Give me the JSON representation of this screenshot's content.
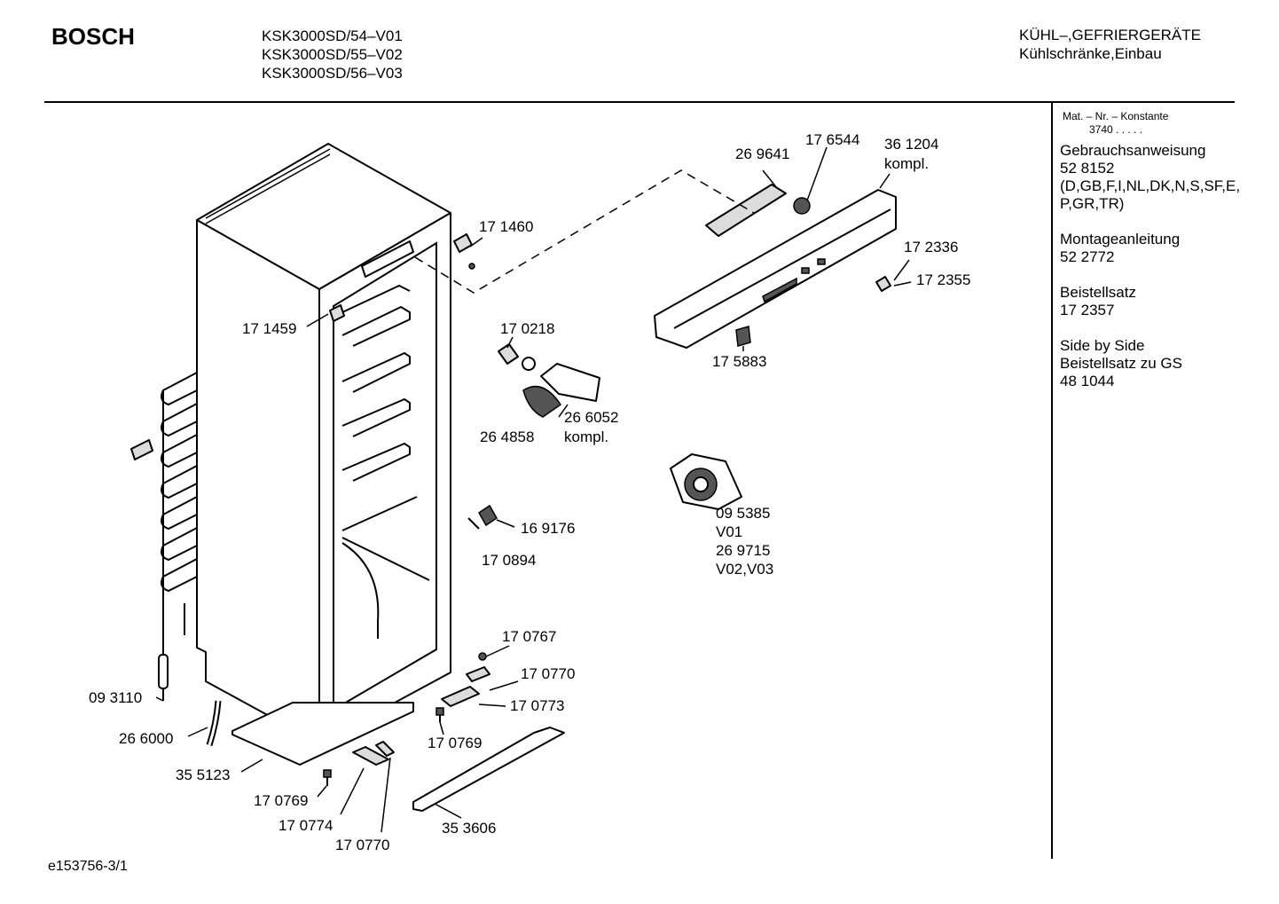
{
  "header": {
    "brand": "BOSCH",
    "models": [
      "KSK3000SD/54–V01",
      "KSK3000SD/55–V02",
      "KSK3000SD/56–V03"
    ],
    "category": [
      "KÜHL–,GEFRIERGERÄTE",
      "Kühlschränke,Einbau"
    ]
  },
  "sidebar": {
    "const_label": "Mat. – Nr. – Konstante",
    "const_value": "3740  .  .  .  .  .",
    "blocks": [
      {
        "lines": [
          "Gebrauchsanweisung",
          "52 8152",
          "(D,GB,F,I,NL,DK,N,S,SF,E,",
          "P,GR,TR)"
        ]
      },
      {
        "lines": [
          "Montageanleitung",
          "52 2772"
        ]
      },
      {
        "lines": [
          "Beistellsatz",
          "17 2357"
        ]
      },
      {
        "lines": [
          "Side by Side",
          "Beistellsatz zu GS",
          "48 1044"
        ]
      }
    ]
  },
  "parts": [
    {
      "id": "p269641",
      "text": "26 9641"
    },
    {
      "id": "p176544",
      "text": "17 6544"
    },
    {
      "id": "p361204",
      "text": "36 1204"
    },
    {
      "id": "p361204b",
      "text": "kompl."
    },
    {
      "id": "p171460",
      "text": "17 1460"
    },
    {
      "id": "p172336",
      "text": "17 2336"
    },
    {
      "id": "p172355",
      "text": "17 2355"
    },
    {
      "id": "p171459",
      "text": "17 1459"
    },
    {
      "id": "p170218",
      "text": "17 0218"
    },
    {
      "id": "p175883",
      "text": "17 5883"
    },
    {
      "id": "p266052",
      "text": "26 6052"
    },
    {
      "id": "p266052b",
      "text": "kompl."
    },
    {
      "id": "p264858",
      "text": "26 4858"
    },
    {
      "id": "p095385",
      "text": "09 5385"
    },
    {
      "id": "p095385b",
      "text": "V01"
    },
    {
      "id": "p269715",
      "text": "26 9715"
    },
    {
      "id": "p269715b",
      "text": "V02,V03"
    },
    {
      "id": "p169176",
      "text": "16 9176"
    },
    {
      "id": "p170894",
      "text": "17 0894"
    },
    {
      "id": "p170767",
      "text": "17 0767"
    },
    {
      "id": "p170770a",
      "text": "17 0770"
    },
    {
      "id": "p170773",
      "text": "17 0773"
    },
    {
      "id": "p093110",
      "text": "09 3110"
    },
    {
      "id": "p170769a",
      "text": "17 0769"
    },
    {
      "id": "p266000",
      "text": "26 6000"
    },
    {
      "id": "p355123",
      "text": "35 5123"
    },
    {
      "id": "p170769b",
      "text": "17 0769"
    },
    {
      "id": "p170774",
      "text": "17 0774"
    },
    {
      "id": "p353606",
      "text": "35 3606"
    },
    {
      "id": "p170770b",
      "text": "17 0770"
    }
  ],
  "footer": {
    "code": "e153756-3/1"
  }
}
